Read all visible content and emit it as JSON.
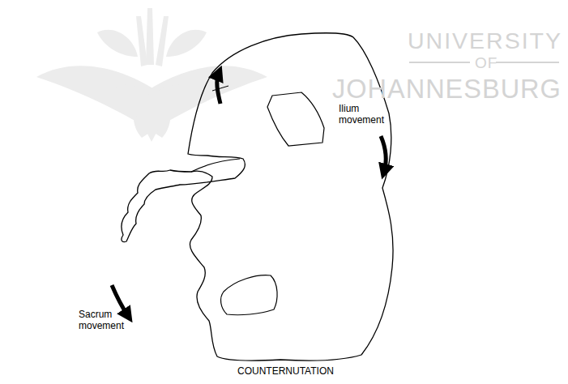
{
  "diagram": {
    "caption": "COUNTERNUTATION",
    "labels": [
      "UNIVERSITY",
      "OF",
      "JOHANNESBURG",
      "Ilium movement",
      "Sacrum movement"
    ]
  }
}
